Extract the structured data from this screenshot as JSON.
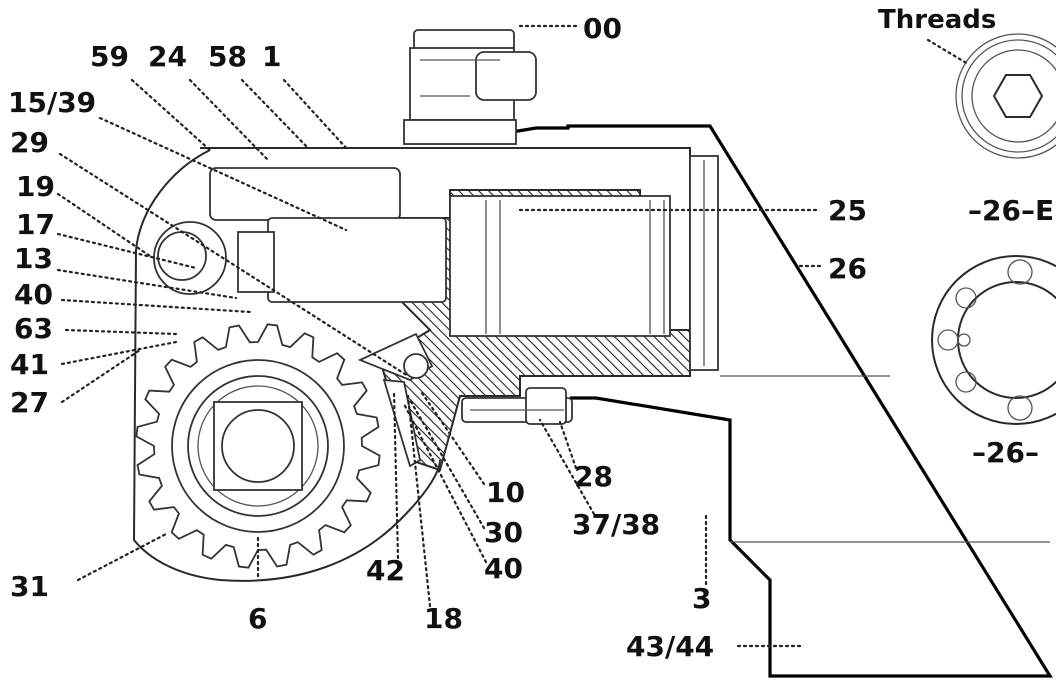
{
  "labels": {
    "l00": "00",
    "threads": "Threads",
    "l59": "59",
    "l24": "24",
    "l58": "58",
    "l1": "1",
    "l15_39": "15/39",
    "l29": "29",
    "l19": "19",
    "l17": "17",
    "l13": "13",
    "l40a": "40",
    "l63": "63",
    "l41": "41",
    "l27": "27",
    "l31": "31",
    "l6": "6",
    "l42": "42",
    "l18": "18",
    "l40b": "40",
    "l30": "30",
    "l10": "10",
    "l28": "28",
    "l37_38": "37/38",
    "l3": "3",
    "l43_44": "43/44",
    "l25": "25",
    "l26": "26",
    "l26top": "–26–E",
    "l26bot": "–26–"
  }
}
